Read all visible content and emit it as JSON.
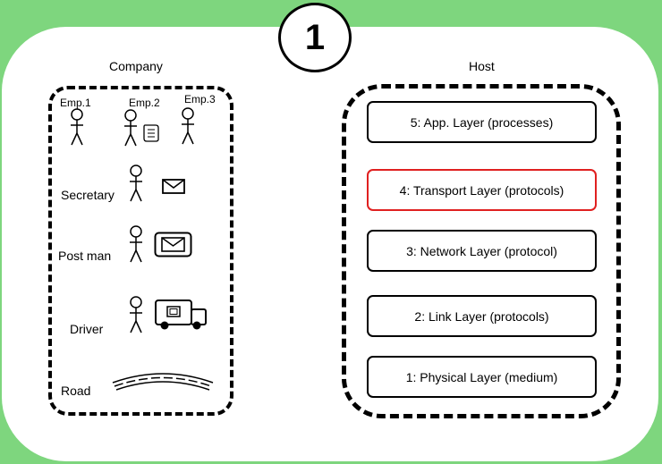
{
  "badge": "1",
  "company": {
    "title": "Company",
    "employees": [
      "Emp.1",
      "Emp.2",
      "Emp.3"
    ],
    "rows": [
      "Secretary",
      "Post man",
      "Driver",
      "Road"
    ]
  },
  "host": {
    "title": "Host",
    "layers": [
      "5: App. Layer (processes)",
      "4: Transport Layer (protocols)",
      "3: Network Layer (protocol)",
      "2: Link Layer (protocols)",
      "1: Physical Layer (medium)"
    ],
    "highlighted_layer": "4: Transport Layer (protocols)"
  },
  "colors": {
    "background": "#7ed67e",
    "panel": "#ffffff",
    "highlight": "#e02020"
  },
  "icons": [
    "stick-figure-icon",
    "letter-icon",
    "envelope-icon",
    "mail-truck-icon",
    "road-icon"
  ]
}
